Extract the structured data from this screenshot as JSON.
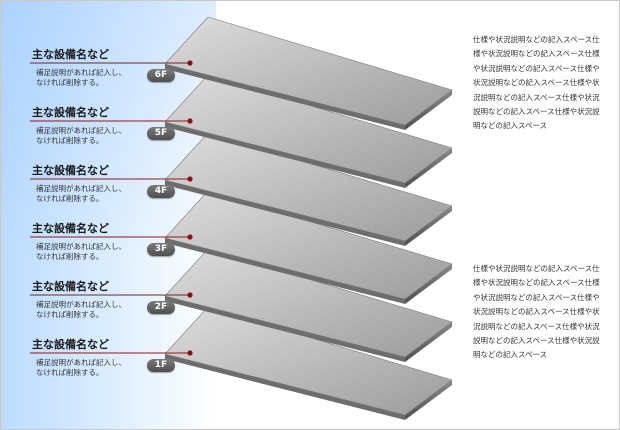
{
  "floors": [
    {
      "title": "主な設備名など",
      "desc": [
        "補足説明があれば記入し、",
        "なければ削除する。"
      ],
      "badge": "6F"
    },
    {
      "title": "主な設備名など",
      "desc": [
        "補足説明があれば記入し、",
        "なければ削除する。"
      ],
      "badge": "5F"
    },
    {
      "title": "主な設備名など",
      "desc": [
        "補足説明があれば記入し、",
        "なければ削除する。"
      ],
      "badge": "4F"
    },
    {
      "title": "主な設備名など",
      "desc": [
        "補足説明があれば記入し、",
        "なければ削除する。"
      ],
      "badge": "3F"
    },
    {
      "title": "主な設備名など",
      "desc": [
        "補足説明があれば記入し、",
        "なければ削除する。"
      ],
      "badge": "2F"
    },
    {
      "title": "主な設備名など",
      "desc": [
        "補足説明があれば記入し、",
        "なければ削除する。"
      ],
      "badge": "1F"
    }
  ],
  "notes": [
    "仕様や状況説明などの記入スペース仕様や状況説明などの記入スペース仕様や状況説明などの記入スペース仕様や状況説明などの記入スペース仕様や状況説明などの記入スペース仕様や状況説明などの記入スペース仕様や状況説明などの記入スペース",
    "仕様や状況説明などの記入スペース仕様や状況説明などの記入スペース仕様や状況説明などの記入スペース仕様や状況説明などの記入スペース仕様や状況説明などの記入スペース仕様や状況説明などの記入スペース仕様や状況説明などの記入スペース"
  ],
  "colors": {
    "leader_line": "#8b1a1a",
    "leader_dot": "#8b1010",
    "plate_top_light": "#d8d8d8",
    "plate_top_dark": "#9a9a9a",
    "plate_edge": "#5e5e5e",
    "badge": "#5a5a5a"
  }
}
